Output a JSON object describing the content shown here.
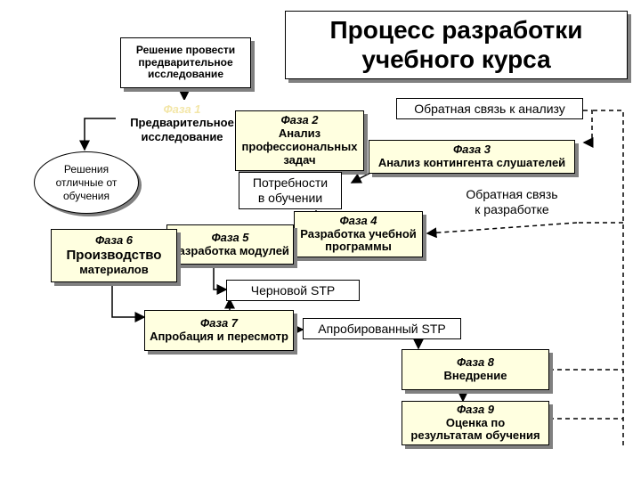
{
  "title": {
    "line1": "Процесс разработки",
    "line2": "учебного курса"
  },
  "decision_box": {
    "line1": "Решение провести",
    "line2": "предварительное",
    "line3": "исследование"
  },
  "phase1": {
    "label": "Фаза 1",
    "line1": "Предварительное",
    "line2": "исследование"
  },
  "phase2": {
    "label": "Фаза 2",
    "line1": "Анализ",
    "line2": "профессиональных",
    "line3": "задач"
  },
  "phase3": {
    "label": "Фаза 3",
    "name": "Анализ контингента слушателей"
  },
  "phase4": {
    "label": "Фаза 4",
    "line1": "Разработка учебной",
    "line2": "программы"
  },
  "phase5": {
    "label": "Фаза 5",
    "name": "Разработка модулей"
  },
  "phase6": {
    "label": "Фаза 6",
    "line1": "Производство",
    "line2": "материалов"
  },
  "phase7": {
    "label": "Фаза 7",
    "name": "Апробация и пересмотр"
  },
  "phase8": {
    "label": "Фаза 8",
    "name": "Внедрение"
  },
  "phase9": {
    "label": "Фаза 9",
    "line1": "Оценка по",
    "line2": "результатам обучения"
  },
  "solutions": {
    "line1": "Решения",
    "line2": "отличные от",
    "line3": "обучения"
  },
  "feedback_analysis": "Обратная связь к анализу",
  "needs": {
    "line1": "Потребности",
    "line2": "в обучении"
  },
  "feedback_dev": {
    "line1": "Обратная связь",
    "line2": "к разработке"
  },
  "draft_stp": "Черновой STP",
  "approved_stp": "Апробированный STP",
  "colors": {
    "box_fill": "#ffffe0",
    "shadow": "#808080",
    "phase1_label": "#f3e6a8"
  }
}
